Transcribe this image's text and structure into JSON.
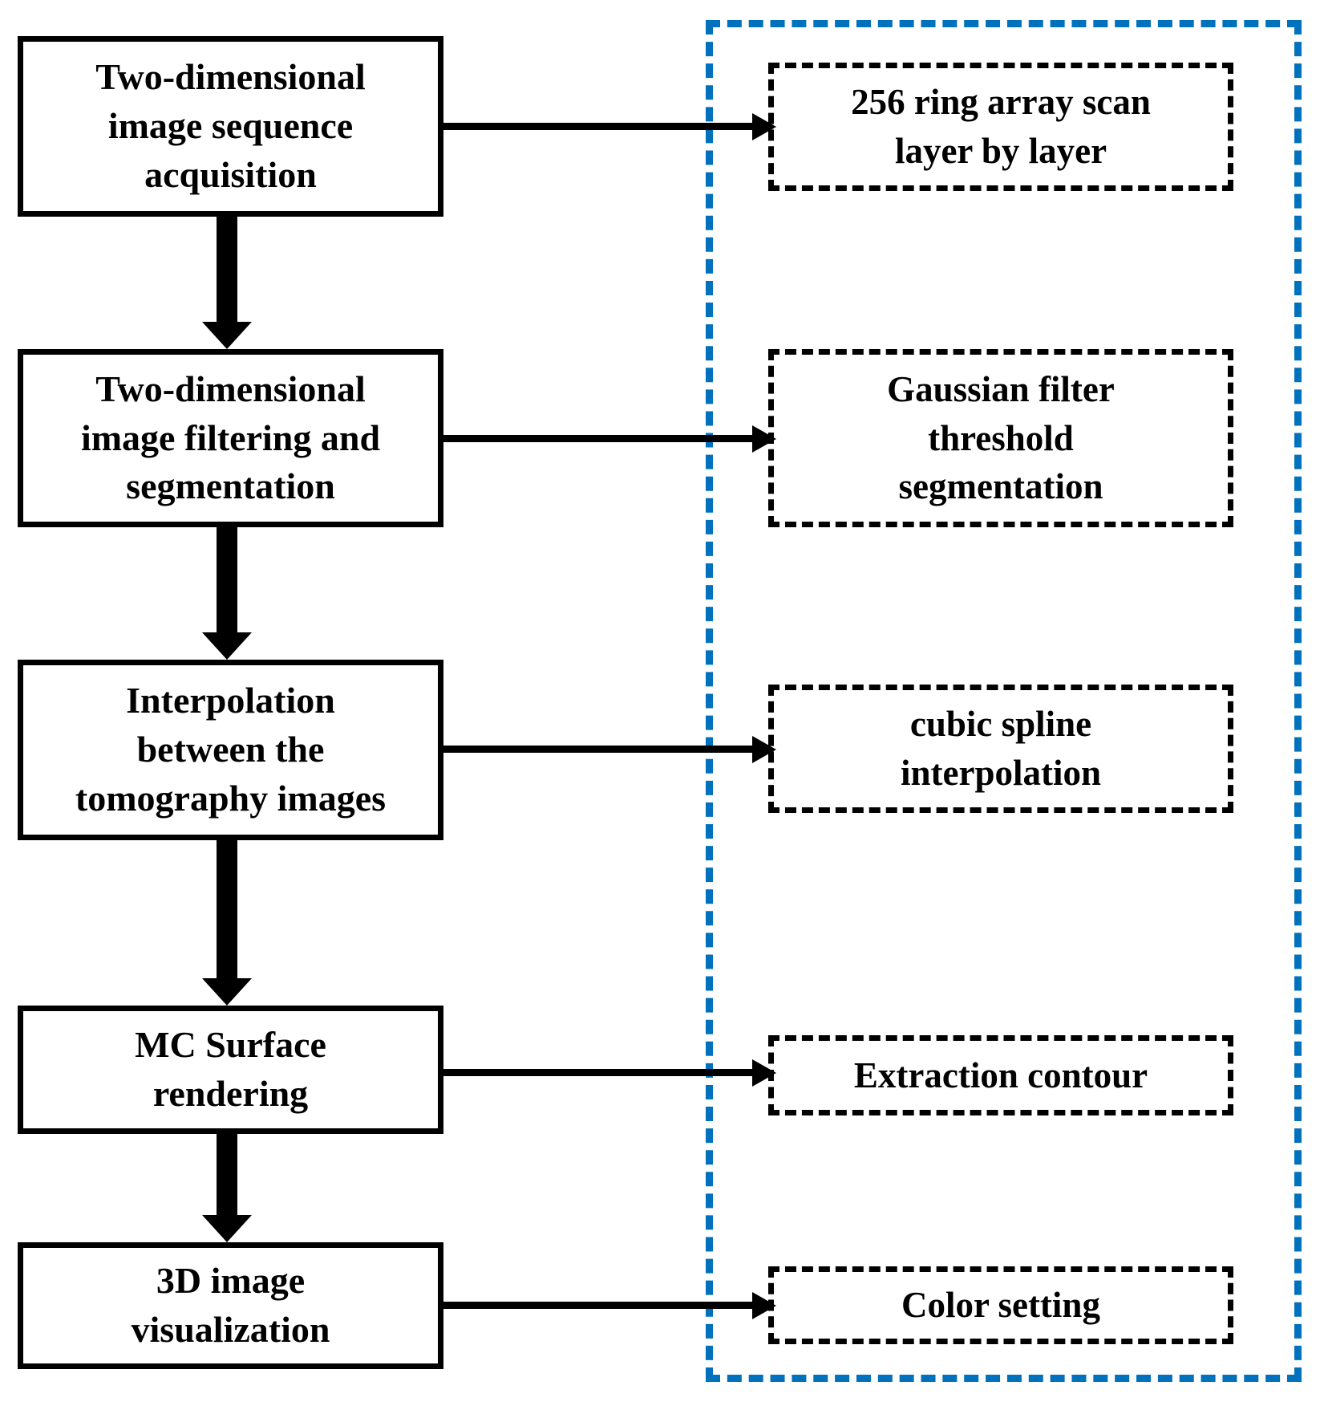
{
  "figure": {
    "type": "flowchart",
    "background_color": "#ffffff",
    "line_color": "#000000",
    "container_accent_color": "#0071BC"
  },
  "pipeline_steps": [
    {
      "label": "Two-dimensional\nimage sequence\nacquisition"
    },
    {
      "label": "Two-dimensional\nimage filtering and\nsegmentation"
    },
    {
      "label": "Interpolation\nbetween the\ntomography images"
    },
    {
      "label": "MC Surface\nrendering"
    },
    {
      "label": "3D image\nvisualization"
    }
  ],
  "method_details": [
    {
      "label": "256 ring array scan\nlayer by layer"
    },
    {
      "label": "Gaussian filter\nthreshold\nsegmentation"
    },
    {
      "label": "cubic spline\ninterpolation"
    },
    {
      "label": "Extraction contour"
    },
    {
      "label": "Color setting"
    }
  ]
}
